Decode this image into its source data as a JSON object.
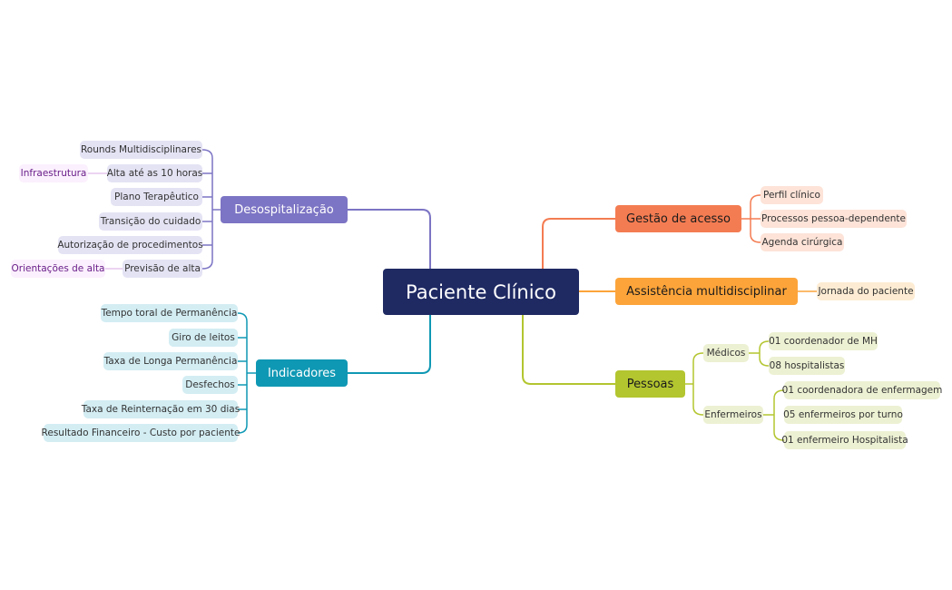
{
  "root": "Paciente Clínico",
  "branches": {
    "desospitalizacao": {
      "label": "Desospitalização",
      "color": "#7c74c4",
      "items": [
        "Rounds Multidisciplinares",
        "Alta até as 10 horas",
        "Plano Terapêutico",
        "Transição do cuidado",
        "Autorização de procedimentos",
        "Previsão de alta"
      ],
      "extras": {
        "infra": "Infraestrutura",
        "orient": "Orientações de alta"
      }
    },
    "indicadores": {
      "label": "Indicadores",
      "color": "#0f98b4",
      "items": [
        "Tempo toral de Permanência",
        "Giro de leitos",
        "Taxa de Longa Permanência",
        "Desfechos",
        "Taxa de Reinternação em 30 dias",
        "Resultado Financeiro - Custo por paciente"
      ]
    },
    "gestao": {
      "label": "Gestão de acesso",
      "color": "#f47c52",
      "items": [
        "Perfil clínico",
        "Processos pessoa-dependente",
        "Agenda cirúrgica"
      ]
    },
    "assistencia": {
      "label": "Assistência multidisciplinar",
      "color": "#fca43a",
      "items": [
        "Jornada do paciente"
      ]
    },
    "pessoas": {
      "label": "Pessoas",
      "color": "#b3c52f",
      "medicos": {
        "label": "Médicos",
        "items": [
          "01 coordenador de MH",
          "08 hospitalistas"
        ]
      },
      "enfermeiros": {
        "label": "Enfermeiros",
        "items": [
          "01 coordenadora de enfermagem",
          "05 enfermeiros por turno",
          "01 enfermeiro Hospitalista"
        ]
      }
    }
  }
}
